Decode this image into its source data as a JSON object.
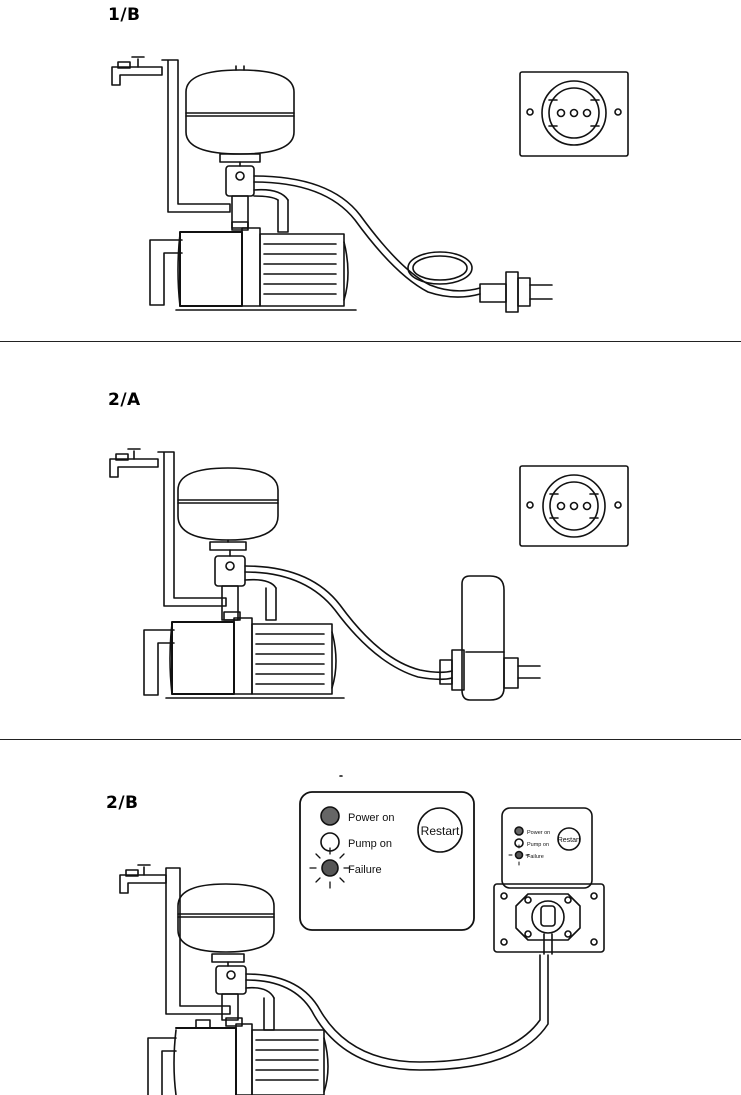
{
  "sections": [
    {
      "label": "1/B"
    },
    {
      "label": "2/A"
    },
    {
      "label": "2/B"
    }
  ],
  "control_panel": {
    "power_on": "Power on",
    "pump_on": "Pump on",
    "failure": "Failure",
    "restart": "Restart"
  },
  "colors": {
    "line": "#111111",
    "led_dark": "#666666",
    "rule": "#222222"
  }
}
